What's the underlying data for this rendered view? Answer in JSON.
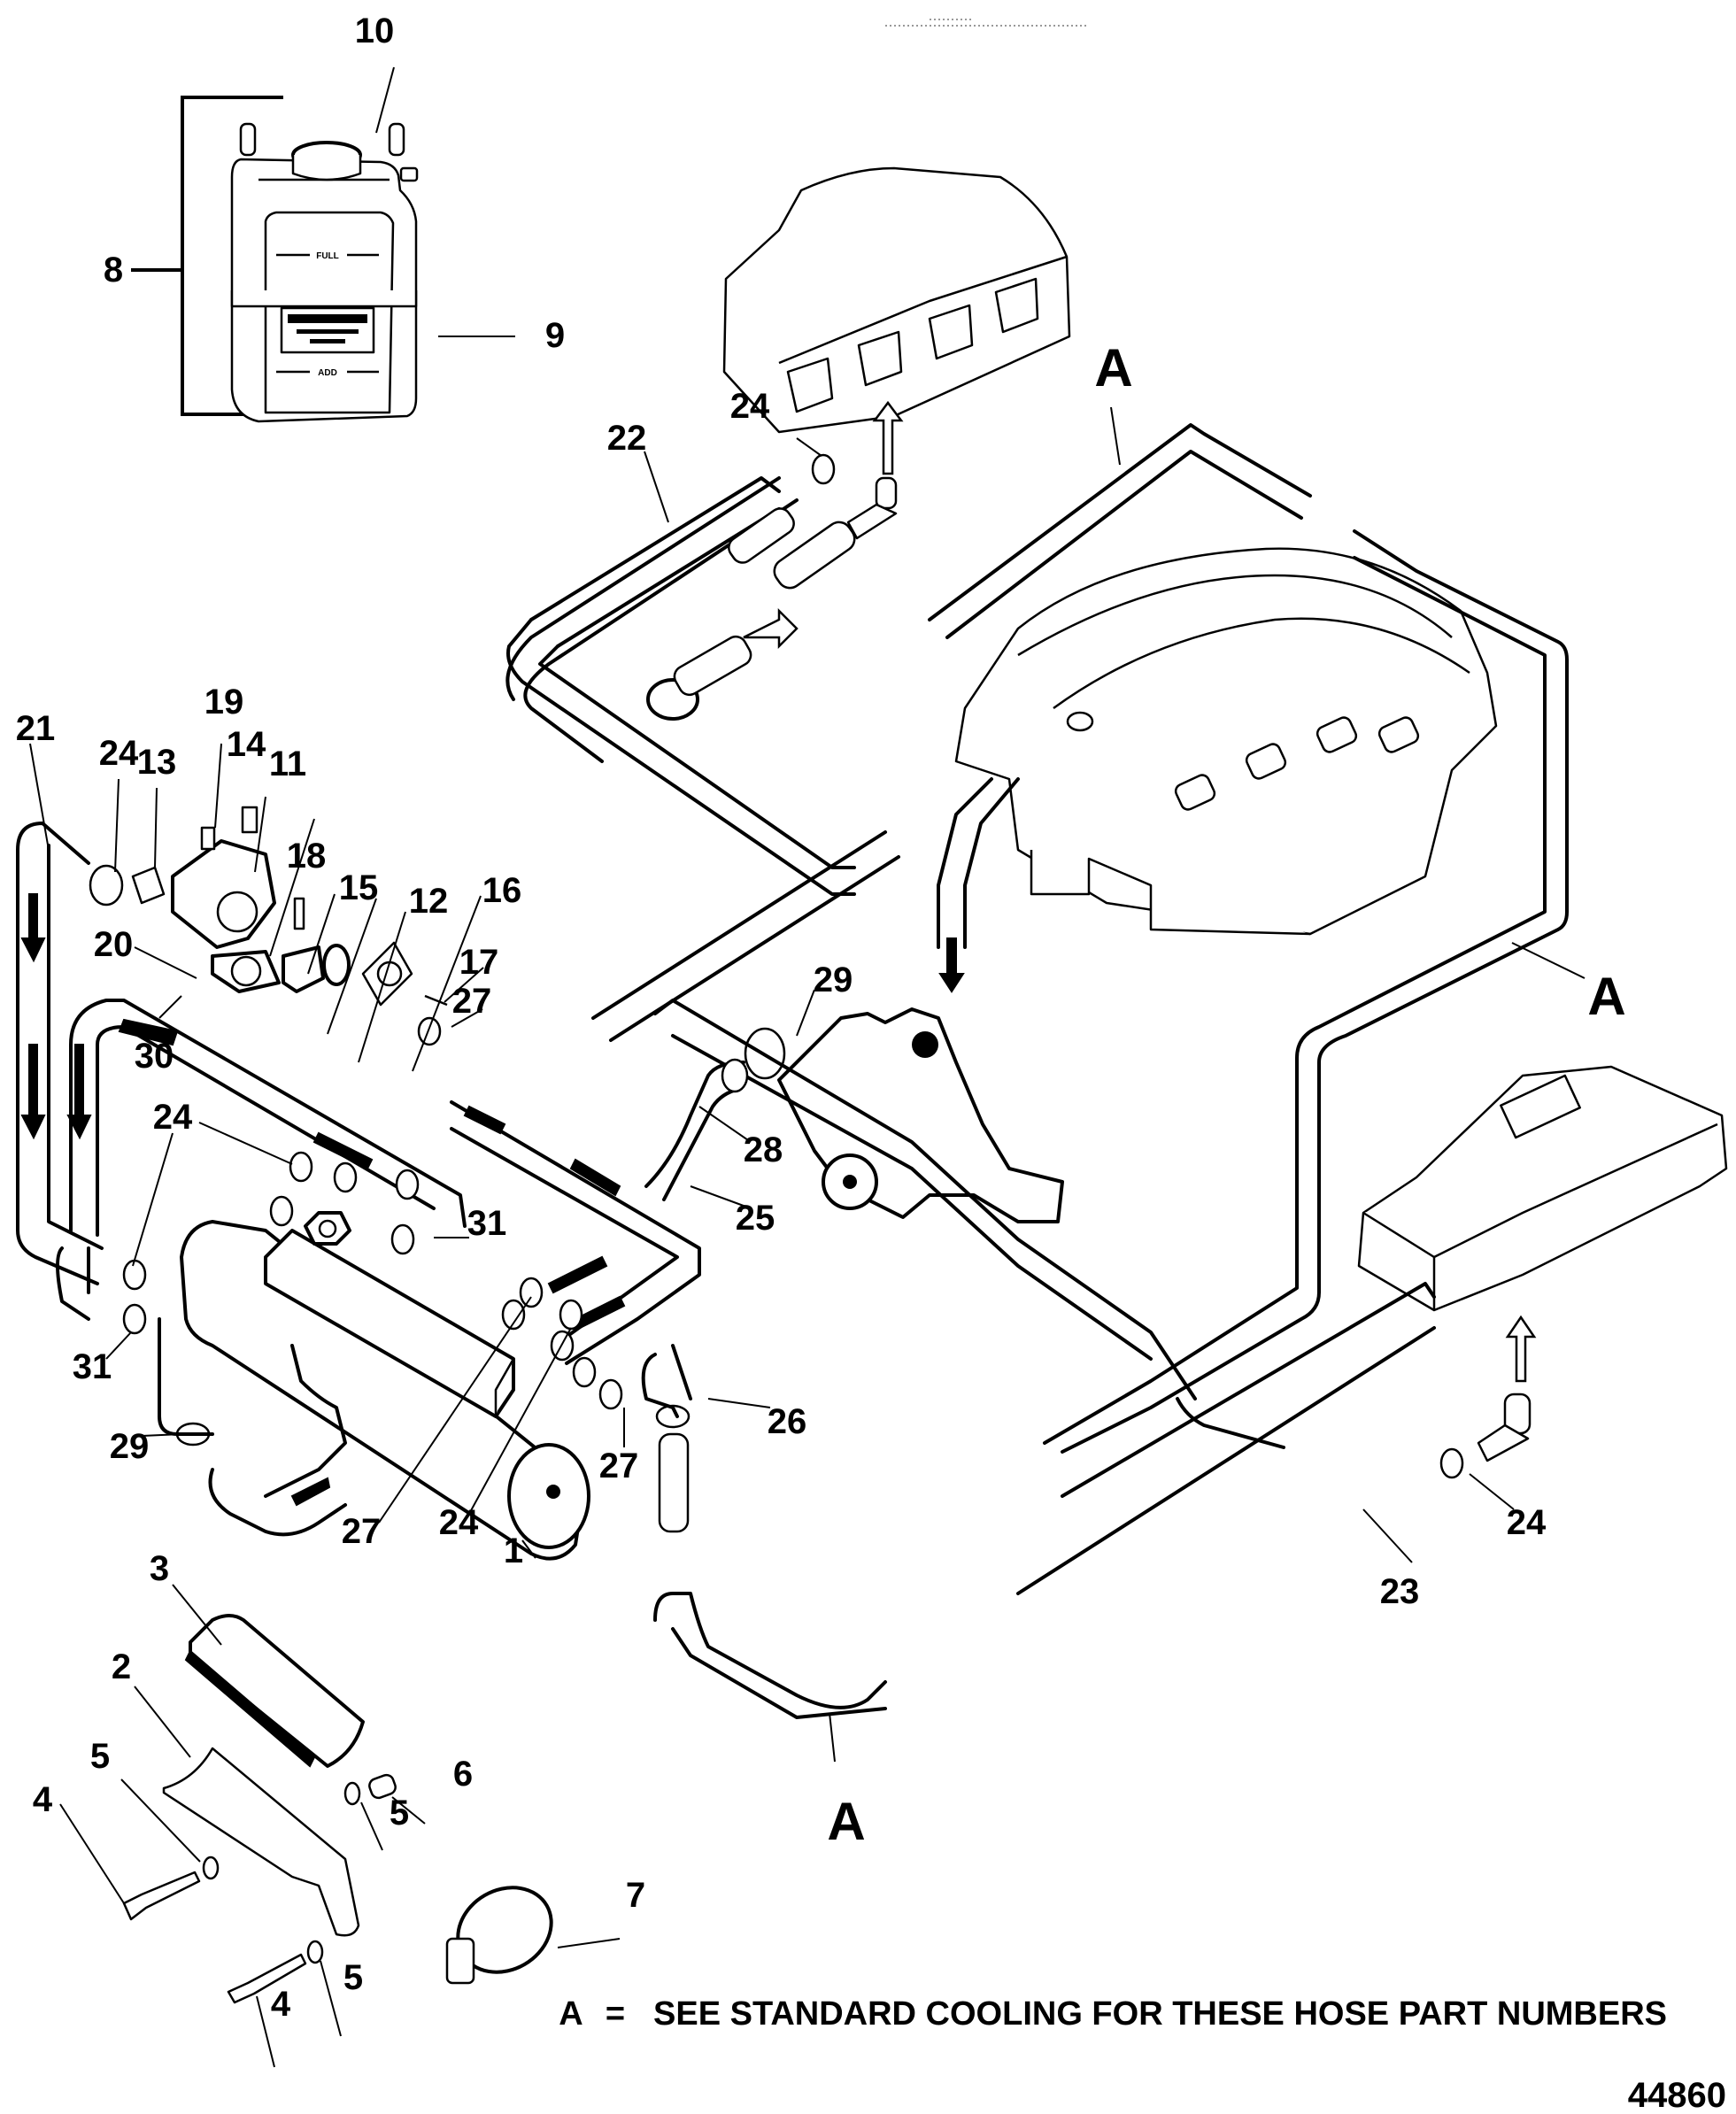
{
  "diagram": {
    "title": "Closed Cooling System Exploded Parts Diagram",
    "figure_number": "44860",
    "legend_note": {
      "key": "A",
      "equals": "=",
      "text": "SEE STANDARD COOLING FOR THESE HOSE PART NUMBERS"
    },
    "reference_letters": [
      {
        "id": "ref-a-top",
        "label": "A"
      },
      {
        "id": "ref-a-right",
        "label": "A"
      },
      {
        "id": "ref-a-bottom",
        "label": "A"
      }
    ],
    "callouts": [
      {
        "id": "c10",
        "label": "10",
        "target": "reservoir-cap"
      },
      {
        "id": "c8",
        "label": "8",
        "target": "coolant-reservoir-assembly"
      },
      {
        "id": "c9",
        "label": "9",
        "target": "reservoir-bracket"
      },
      {
        "id": "c24a",
        "label": "24",
        "target": "hose-clamp"
      },
      {
        "id": "c22",
        "label": "22",
        "target": "hose"
      },
      {
        "id": "c21",
        "label": "21",
        "target": "hose"
      },
      {
        "id": "c24b",
        "label": "24",
        "target": "hose-clamp"
      },
      {
        "id": "c13",
        "label": "13",
        "target": "fitting"
      },
      {
        "id": "c19",
        "label": "19",
        "target": "plug"
      },
      {
        "id": "c14",
        "label": "14",
        "target": "plug"
      },
      {
        "id": "c11",
        "label": "11",
        "target": "thermostat-housing"
      },
      {
        "id": "c18",
        "label": "18",
        "target": "bolt"
      },
      {
        "id": "c15",
        "label": "15",
        "target": "thermostat"
      },
      {
        "id": "c12",
        "label": "12",
        "target": "o-ring"
      },
      {
        "id": "c16",
        "label": "16",
        "target": "thermostat-cover"
      },
      {
        "id": "c17",
        "label": "17",
        "target": "screw"
      },
      {
        "id": "c27a",
        "label": "27",
        "target": "hose-clamp"
      },
      {
        "id": "c20",
        "label": "20",
        "target": "gasket"
      },
      {
        "id": "c30",
        "label": "30",
        "target": "hose"
      },
      {
        "id": "c29a",
        "label": "29",
        "target": "hose-clamp"
      },
      {
        "id": "c28",
        "label": "28",
        "target": "hose"
      },
      {
        "id": "c25",
        "label": "25",
        "target": "hose"
      },
      {
        "id": "c24c",
        "label": "24",
        "target": "hose-clamp"
      },
      {
        "id": "c31a",
        "label": "31",
        "target": "hose-clamp"
      },
      {
        "id": "c26",
        "label": "26",
        "target": "hose"
      },
      {
        "id": "c31b",
        "label": "31",
        "target": "hose-clamp"
      },
      {
        "id": "c29b",
        "label": "29",
        "target": "hose-clamp"
      },
      {
        "id": "c27b",
        "label": "27",
        "target": "hose-clamp"
      },
      {
        "id": "c24d",
        "label": "24",
        "target": "hose-clamp"
      },
      {
        "id": "c1",
        "label": "1",
        "target": "heat-exchanger"
      },
      {
        "id": "c27c",
        "label": "27",
        "target": "hose-clamp"
      },
      {
        "id": "c24e",
        "label": "24",
        "target": "hose-clamp"
      },
      {
        "id": "c23",
        "label": "23",
        "target": "hose"
      },
      {
        "id": "c3",
        "label": "3",
        "target": "insulator"
      },
      {
        "id": "c2",
        "label": "2",
        "target": "bracket"
      },
      {
        "id": "c5a",
        "label": "5",
        "target": "washer"
      },
      {
        "id": "c4a",
        "label": "4",
        "target": "screw"
      },
      {
        "id": "c6",
        "label": "6",
        "target": "spacer"
      },
      {
        "id": "c5b",
        "label": "5",
        "target": "washer"
      },
      {
        "id": "c5c",
        "label": "5",
        "target": "washer"
      },
      {
        "id": "c4b",
        "label": "4",
        "target": "screw"
      },
      {
        "id": "c7",
        "label": "7",
        "target": "hose-clamp-large"
      }
    ],
    "reservoir_markings": {
      "full": "FULL",
      "add": "ADD"
    }
  }
}
